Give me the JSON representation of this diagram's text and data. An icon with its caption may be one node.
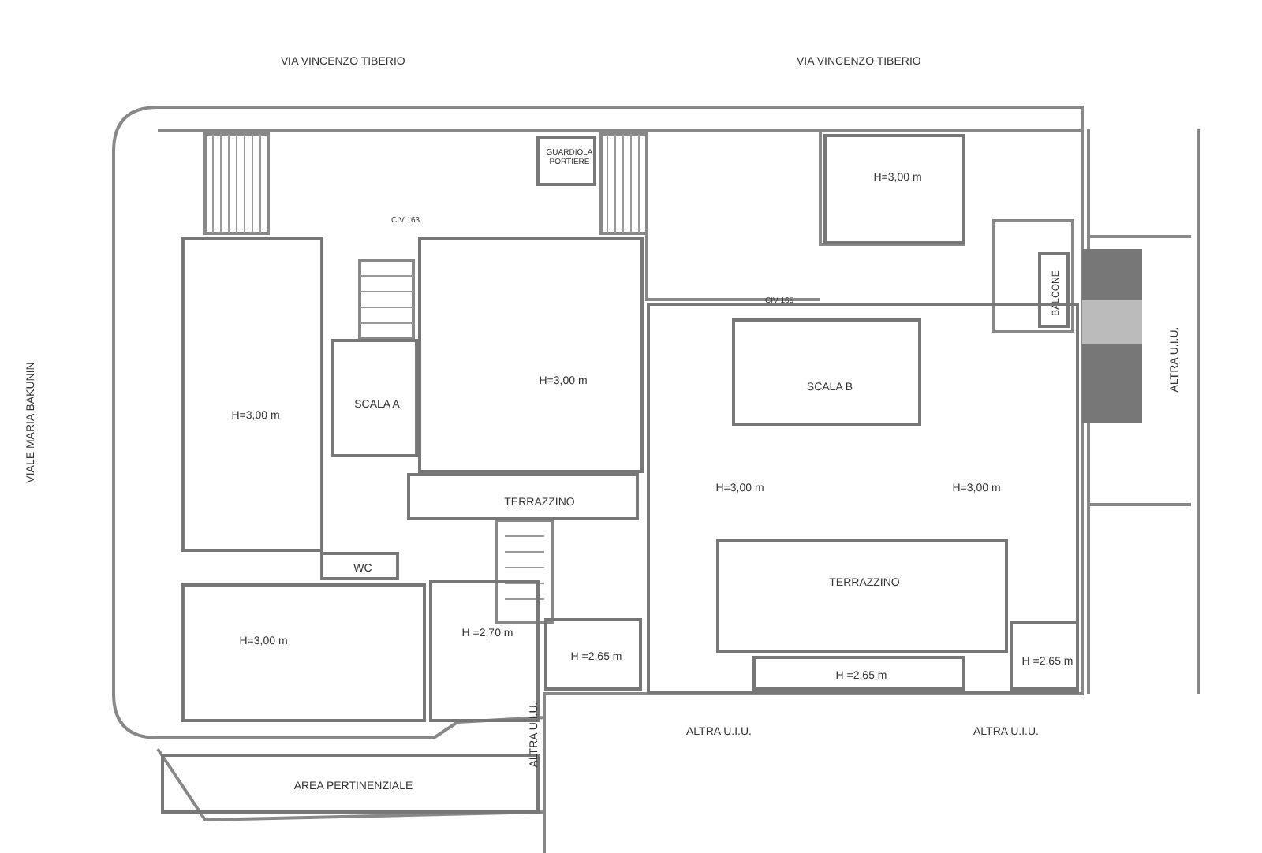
{
  "diagram": {
    "nodes": [
      {
        "text": [
          "GUARDIOLA PORTIERE"
        ]
      },
      {
        "text": [
          "H=3,00 m"
        ]
      },
      {
        "text": [
          "H=3,00 m"
        ]
      },
      {
        "text": [
          "SCALA A"
        ]
      },
      {
        "text": [
          "TERRAZZINO"
        ]
      },
      {
        "text": [
          "WC"
        ]
      },
      {
        "text": [
          "H=3,00 m"
        ]
      },
      {
        "text": [
          "H =2,70 m"
        ]
      },
      {
        "text": [
          "H =2,65 m"
        ]
      },
      {
        "text": [
          "H=3,00 m"
        ]
      },
      {
        "text": [
          "BALCONE"
        ]
      },
      {
        "text": [
          "H=3,00 m",
          "H=3,00 m"
        ]
      },
      {
        "text": [
          "SCALA B"
        ],
        "in": 11
      },
      {
        "text": [
          "TERRAZZINO"
        ],
        "in": 11
      },
      {
        "text": [
          "H =2,65 m"
        ],
        "in": 11
      },
      {
        "text": [
          "H =2,65 m"
        ],
        "in": 11
      },
      {
        "text": [
          "AREA PERTINENZIALE"
        ]
      }
    ],
    "labels": [
      "VIA VINCENZO TIBERIO",
      "VIA VINCENZO TIBERIO",
      "CIV 163",
      "CIV 165",
      "VIALE MARIA BAKUNIN",
      "ALTRA U.I.U.",
      "ALTRA U.I.U.",
      "ALTRA U.I.U.",
      "ALTRA U.I.U."
    ]
  }
}
